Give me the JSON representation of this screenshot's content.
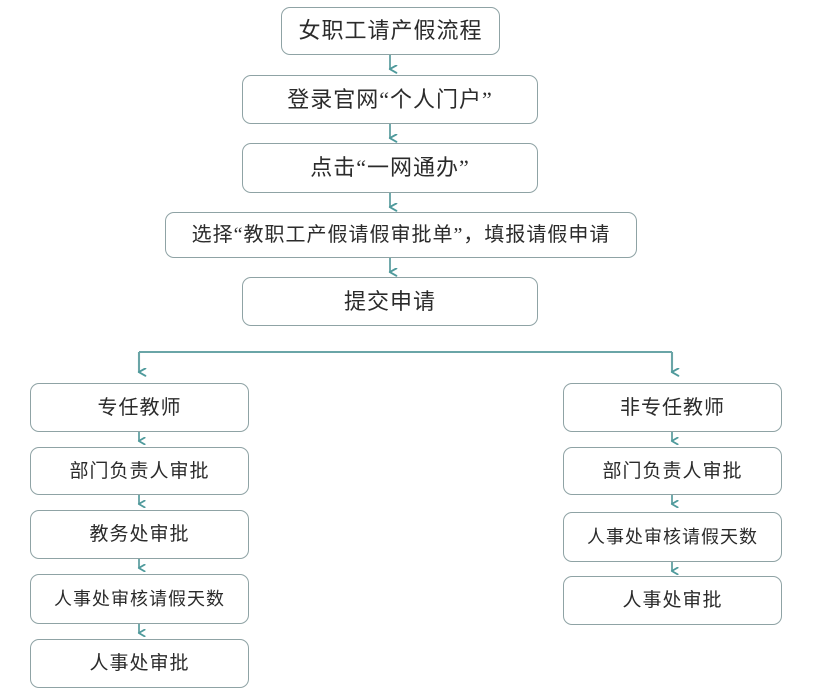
{
  "diagram": {
    "title": "女职工请产假流程",
    "theme": {
      "background": "#ffffff",
      "node_border": "#8fa3a5",
      "node_fill": "#ffffff",
      "connector": "#5f9ea0",
      "arrow": "#4f9a9c",
      "text": "#2b2b2b"
    },
    "main_steps": [
      {
        "id": "title",
        "label": "女职工请产假流程"
      },
      {
        "id": "step1",
        "label": "登录官网“个人门户”"
      },
      {
        "id": "step2",
        "label": "点击“一网通办”"
      },
      {
        "id": "step3",
        "label": "选择“教职工产假请假审批单”，填报请假申请"
      },
      {
        "id": "step4",
        "label": "提交申请"
      }
    ],
    "branches": [
      {
        "id": "left-branch",
        "header": "专任教师",
        "steps": [
          {
            "id": "l1",
            "label": "部门负责人审批"
          },
          {
            "id": "l2",
            "label": "教务处审批"
          },
          {
            "id": "l3",
            "label": "人事处审核请假天数"
          },
          {
            "id": "l4",
            "label": "人事处审批"
          }
        ]
      },
      {
        "id": "right-branch",
        "header": "非专任教师",
        "steps": [
          {
            "id": "r1",
            "label": "部门负责人审批"
          },
          {
            "id": "r2",
            "label": "人事处审核请假天数"
          },
          {
            "id": "r3",
            "label": "人事处审批"
          }
        ]
      }
    ]
  }
}
